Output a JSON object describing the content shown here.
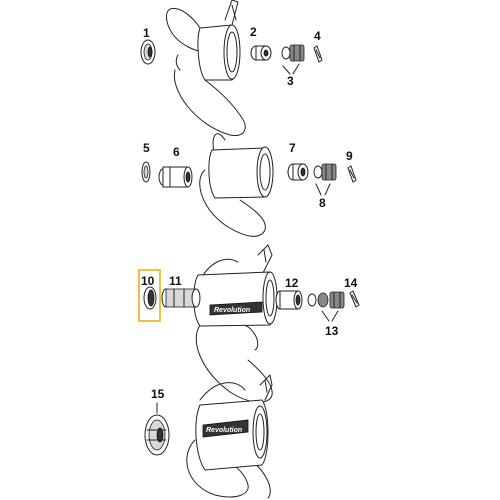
{
  "callouts": [
    {
      "id": "c1",
      "text": "1"
    },
    {
      "id": "c2",
      "text": "2"
    },
    {
      "id": "c3",
      "text": "3"
    },
    {
      "id": "c4",
      "text": "4"
    },
    {
      "id": "c5",
      "text": "5"
    },
    {
      "id": "c6",
      "text": "6"
    },
    {
      "id": "c7",
      "text": "7"
    },
    {
      "id": "c8",
      "text": "8"
    },
    {
      "id": "c9",
      "text": "9"
    },
    {
      "id": "c10",
      "text": "10"
    },
    {
      "id": "c11",
      "text": "11"
    },
    {
      "id": "c12",
      "text": "12"
    },
    {
      "id": "c13",
      "text": "13"
    },
    {
      "id": "c14",
      "text": "14"
    },
    {
      "id": "c15",
      "text": "15"
    }
  ],
  "highlight": {
    "target": "10",
    "color": "#f0c040"
  },
  "colors": {
    "line": "#222222",
    "dark": "#333333",
    "highlight": "#f0c040"
  },
  "hub_brand_text": "Revolution"
}
